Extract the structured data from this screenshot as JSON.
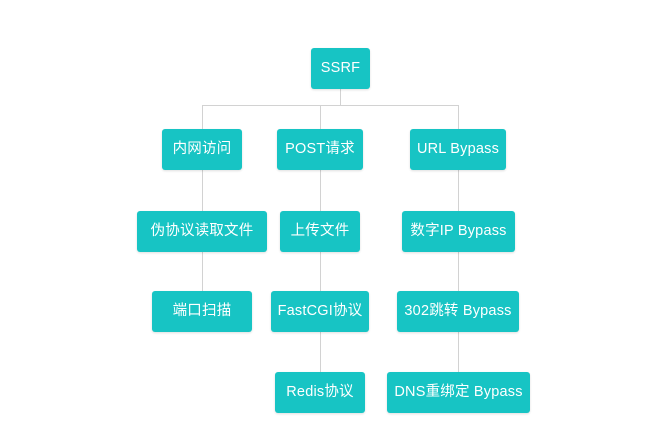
{
  "diagram": {
    "type": "tree-mind-map",
    "title": "SSRF",
    "node_color": "#17c4c4",
    "node_text_color": "#ffffff",
    "connector_color": "#d2d2d2",
    "background": "#ffffff",
    "root": {
      "id": "ssrf",
      "label": "SSRF"
    },
    "columns": [
      {
        "id": "col-internal-network",
        "nodes": [
          {
            "id": "internal-network-access",
            "label": "内网访问"
          },
          {
            "id": "pseudo-protocol-read-file",
            "label": "伪协议读取文件"
          },
          {
            "id": "port-scan",
            "label": "端口扫描"
          }
        ]
      },
      {
        "id": "col-post-request",
        "nodes": [
          {
            "id": "post-request",
            "label": "POST请求"
          },
          {
            "id": "upload-file",
            "label": "上传文件"
          },
          {
            "id": "fastcgi-protocol",
            "label": "FastCGI协议"
          },
          {
            "id": "redis-protocol",
            "label": "Redis协议"
          }
        ]
      },
      {
        "id": "col-url-bypass",
        "nodes": [
          {
            "id": "url-bypass",
            "label": "URL Bypass"
          },
          {
            "id": "numeric-ip-bypass",
            "label": "数字IP Bypass"
          },
          {
            "id": "redirect-302-bypass",
            "label": "302跳转 Bypass"
          },
          {
            "id": "dns-rebinding-bypass",
            "label": "DNS重绑定 Bypass"
          }
        ]
      }
    ]
  }
}
